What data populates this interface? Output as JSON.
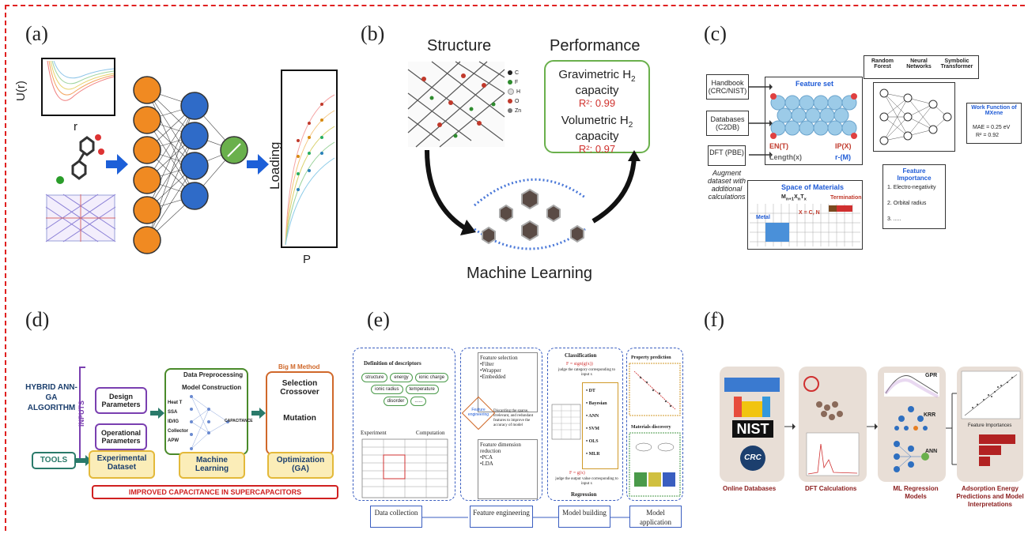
{
  "panels": {
    "a": {
      "label": "(a)",
      "u_axis": "U(r)",
      "r_axis": "r",
      "loading_axis": "Loading",
      "p_axis": "P"
    },
    "b": {
      "label": "(b)",
      "structure": "Structure",
      "performance": "Performance",
      "grav_l1": "Gravimetric H",
      "grav_l2": "capacity",
      "grav_r2": "R²: 0.99",
      "vol_l1": "Volumetric H",
      "vol_l2": "capacity",
      "vol_r2": "R²: 0.97",
      "sub2": "2",
      "legend": [
        "C",
        "F",
        "H",
        "O",
        "Zn"
      ],
      "ml": "Machine Learning"
    },
    "c": {
      "label": "(c)",
      "handbook": "Handbook (CRC/NIST)",
      "databases": "Databases (C2DB)",
      "dft": "DFT (PBE)",
      "augment": "Augment dataset with additional calculations",
      "feature_set": "Feature set",
      "en": "EN(T)",
      "ip": "IP(X)",
      "length": "Length(x)",
      "rm": "r-(M)",
      "rf": "Random Forest",
      "nn": "Neural Networks",
      "st": "Symbolic Transformer",
      "wf": "Work Function of MXene",
      "mae": "MAE = 0.25 eV",
      "r2": "R² = 0.92",
      "space": "Space of Materials",
      "formula": "M",
      "formula_sub": "n+1",
      "formula_x": "X",
      "formula_xsub": "n",
      "formula_t": "T",
      "formula_tsub": "x",
      "termination": "Termination",
      "metal": "Metal",
      "xcn": "X = C, N",
      "fi_title": "Feature Importance",
      "fi_items": [
        "Electro-negativity",
        "Orbital radius",
        "....."
      ]
    },
    "d": {
      "label": "(d)",
      "hybrid": "HYBRID ANN-GA ALGORITHM",
      "inputs": "INPUTS",
      "design": "Design Parameters",
      "operational": "Operational Parameters",
      "dp": "Data Preprocessing",
      "mc": "Model Construction",
      "inputs_list": [
        "Heat T",
        "SSA",
        "ID/IG",
        "Collector",
        "APW"
      ],
      "capacitance": "CAPACITANCE",
      "bigm": "Big M Method",
      "selection": "Selection",
      "crossover": "Crossover",
      "mutation": "Mutation",
      "tools": "TOOLS",
      "exp": "Experimental Dataset",
      "ml": "Machine Learning",
      "opt": "Optimization (GA)",
      "improved": "IMPROVED CAPACITANCE IN SUPERCAPACITORS"
    },
    "e": {
      "label": "(e)",
      "def_desc": "Definition of descriptors",
      "desc_items": [
        "structure",
        "energy",
        "ionic charge",
        "ionic radius",
        "temperature",
        "disorder",
        "......"
      ],
      "experiment": "Experiment",
      "computation": "Computation",
      "fs_lines": [
        "Feature selection",
        "•Filter",
        "•Wrapper",
        "•Embedded"
      ],
      "feat_eng": "Feature engineering",
      "discard": "Discarding the sparse, irrelevant, and redundant features to improve the accuracy of model",
      "fdr_lines": [
        "Feature dimension reduction",
        "•PCA",
        "•LDA"
      ],
      "classification": "Classification",
      "fsign": "F = sign(g(x))",
      "judge1": "judge the category corresponding to input x",
      "cls_items": [
        "• DT",
        "• Bayesian",
        "• ANN",
        "• SVM",
        "• OLS",
        "• MLR"
      ],
      "fgx": "F = g(x)",
      "judge2": "judge the output value corresponding to input x",
      "regression": "Regression",
      "prop_pred": "Property prediction",
      "mat_disc": "Materials discovery",
      "stage1": "Data collection",
      "stage2": "Feature engineering",
      "stage3": "Model building",
      "stage4": "Model application"
    },
    "f": {
      "label": "(f)",
      "gpr": "GPR",
      "krr": "KRR",
      "ann": "ANN",
      "nist": "NIST",
      "crc": "CRC",
      "fi": "Feature Importances",
      "s1": "Online Databases",
      "s2": "DFT Calculations",
      "s3": "ML Regression Models",
      "s4": "Adsorption Energy Predictions and Model Interpretations"
    }
  }
}
